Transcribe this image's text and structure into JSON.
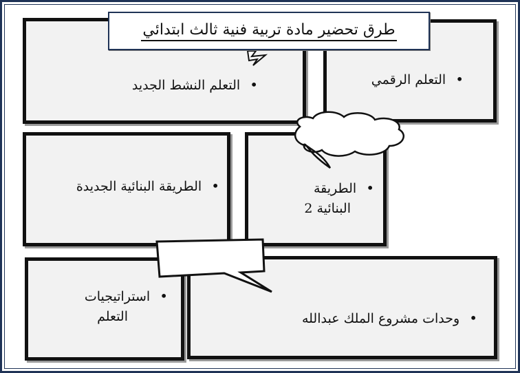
{
  "title": "طرق تحضير مادة تربية فنية ثالث ابتدائي",
  "bullet": "•",
  "panels": {
    "active_learning": "التعلم النشط الجديد",
    "digital_learning": "التعلم الرقمي",
    "constructivist_new": "الطريقة البنائية الجديدة",
    "constructivist_2_line1": "الطريقة",
    "constructivist_2_line2": "البنائية 2",
    "strategies_line1": "استراتيجيات",
    "strategies_line2": "التعلم",
    "king_abdullah": "وحدات مشروع الملك عبدالله"
  },
  "colors": {
    "frame": "#1f3356",
    "panel_fill": "#f2f2f2",
    "panel_border": "#111111"
  }
}
